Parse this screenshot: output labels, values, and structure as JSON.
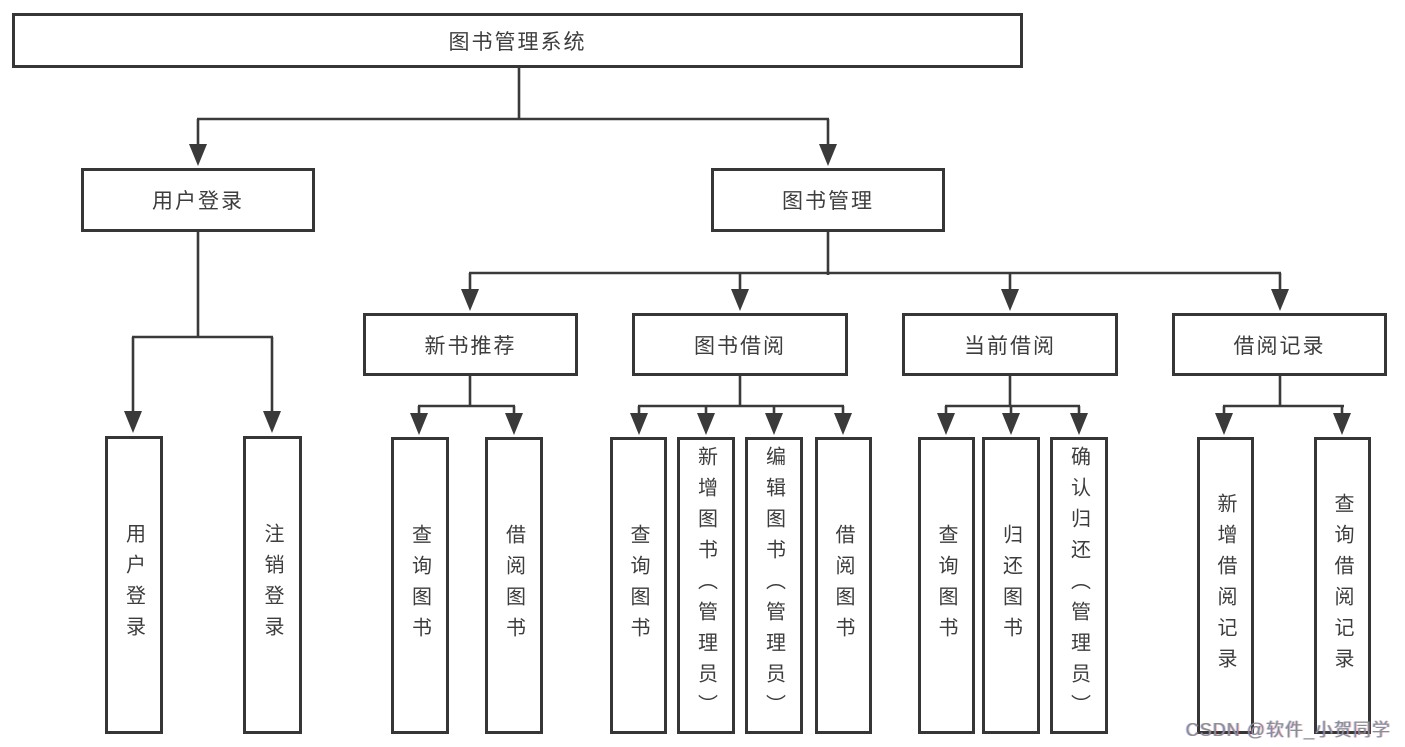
{
  "tree": {
    "label": "图书管理系统",
    "children": [
      {
        "label": "用户登录",
        "children": [
          {
            "label": "用户登录"
          },
          {
            "label": "注销登录"
          }
        ]
      },
      {
        "label": "图书管理",
        "children": [
          {
            "label": "新书推荐",
            "children": [
              {
                "label": "查询图书"
              },
              {
                "label": "借阅图书"
              }
            ]
          },
          {
            "label": "图书借阅",
            "children": [
              {
                "label": "查询图书"
              },
              {
                "label": "新增图书（管理员）"
              },
              {
                "label": "编辑图书（管理员）"
              },
              {
                "label": "借阅图书"
              }
            ]
          },
          {
            "label": "当前借阅",
            "children": [
              {
                "label": "查询图书"
              },
              {
                "label": "归还图书"
              },
              {
                "label": "确认归还（管理员）"
              }
            ]
          },
          {
            "label": "借阅记录",
            "children": [
              {
                "label": "新增借阅记录"
              },
              {
                "label": "查询借阅记录"
              }
            ]
          }
        ]
      }
    ]
  },
  "watermark": {
    "text": "CSDN @软件_小贺同学"
  },
  "colors": {
    "line": "#3a3a3a",
    "box_border": "#363636",
    "text": "#3d3d3d",
    "background": "#ffffff",
    "watermark": "#8a8e94"
  }
}
